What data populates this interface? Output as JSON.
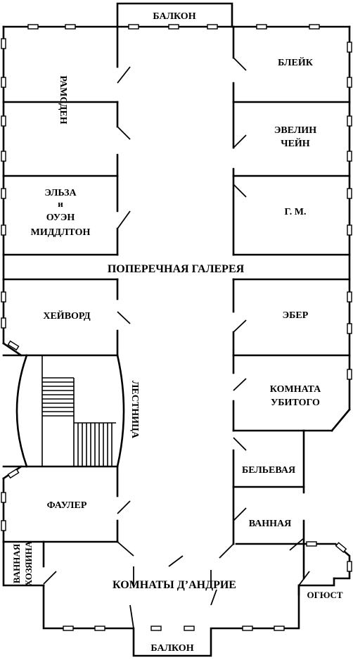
{
  "rooms": {
    "balcony_top": "БАЛКОН",
    "blake": "БЛЕЙК",
    "ramsden": "РАМСДЕН",
    "evelyn_chain_1": "ЭВЕЛИН",
    "evelyn_chain_2": "ЧЕЙН",
    "elza_1": "ЭЛЬЗА",
    "elza_2": "и",
    "elza_3": "ОУЭН",
    "elza_4": "МИДДЛТОН",
    "gm": "Г. М.",
    "cross_gallery": "ПОПЕРЕЧНАЯ ГАЛЕРЕЯ",
    "hayward": "ХЕЙВОРД",
    "eber": "ЭБЕР",
    "staircase": "ЛЕСТНИЦА",
    "victim_room_1": "КОМНАТА",
    "victim_room_2": "УБИТОГО",
    "linen": "БЕЛЬЕВАЯ",
    "fowler": "ФАУЛЕР",
    "bathroom": "ВАННАЯ",
    "host_bath_1": "ВАННАЯ",
    "host_bath_2": "ХОЗЯИНА",
    "dandrie_rooms": "КОМНАТЫ Д’АНДРИЕ",
    "augustus": "ОГЮСТ",
    "balcony_bottom": "БАЛКОН"
  }
}
